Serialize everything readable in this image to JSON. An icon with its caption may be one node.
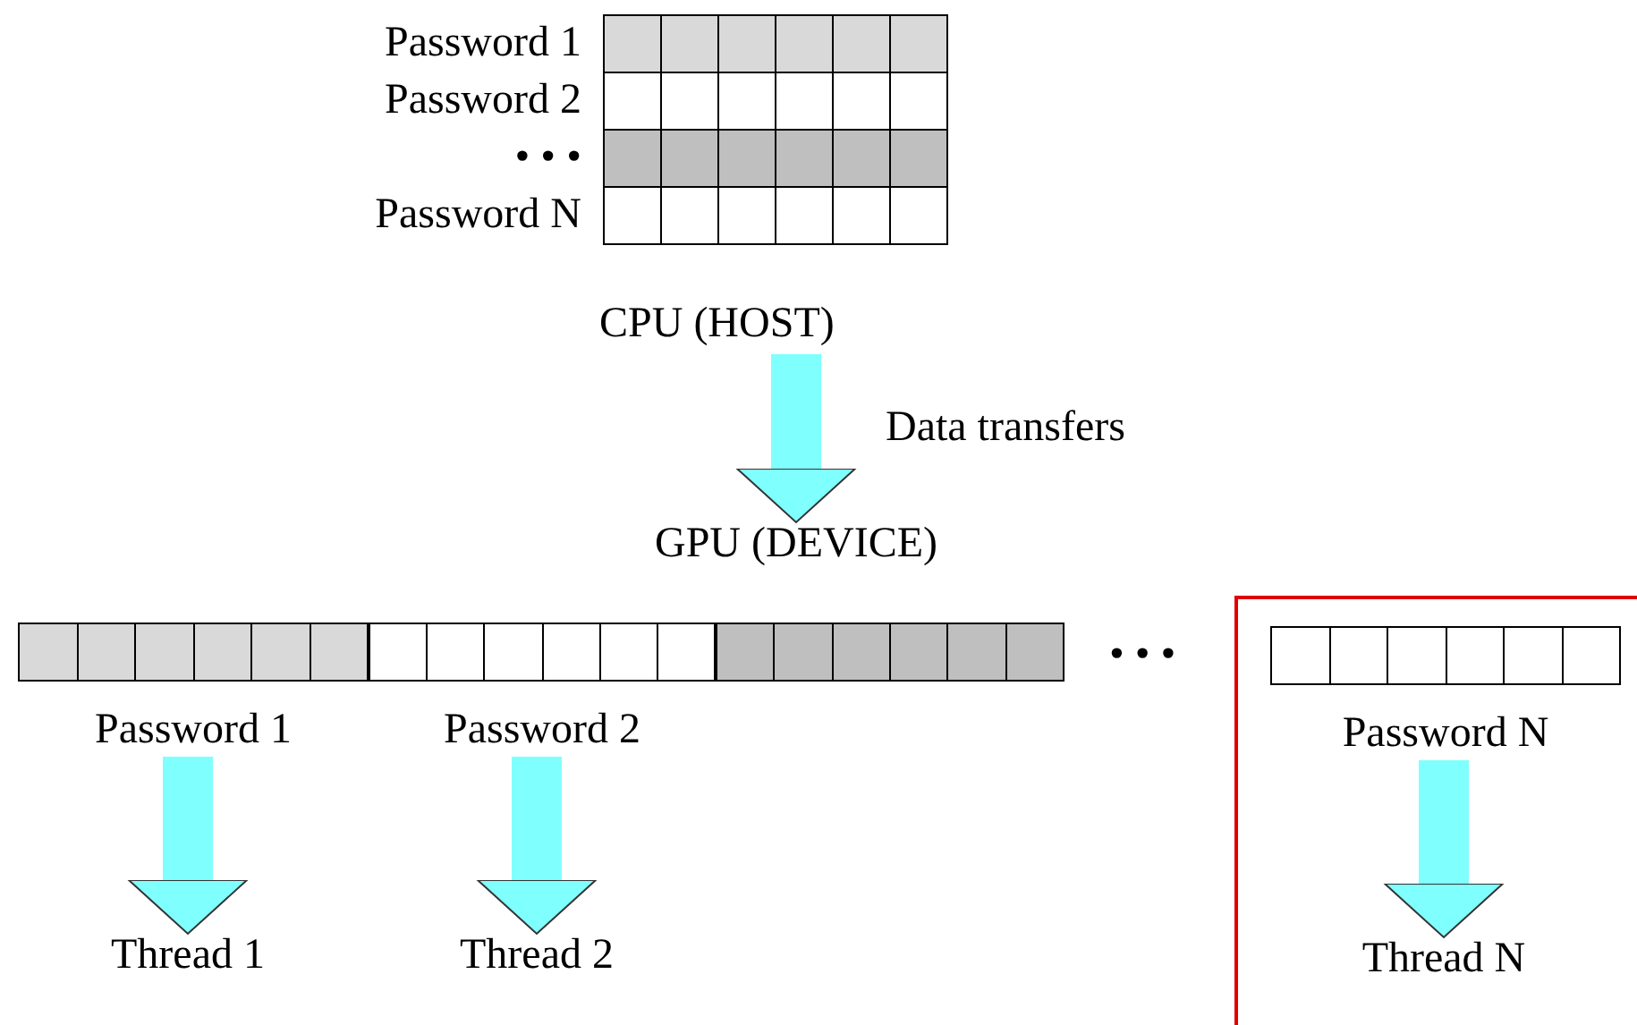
{
  "diagram": {
    "nodes": [
      {
        "text": [
          "CPU (HOST)"
        ]
      },
      {
        "text": [
          "Password 1"
        ],
        "in": 0
      },
      {
        "text": [
          "Password 2"
        ],
        "in": 0
      },
      {
        "text": [
          "• • •"
        ],
        "in": 0
      },
      {
        "text": [
          "Password N"
        ],
        "in": 0
      },
      {
        "text": [
          "GPU (DEVICE)"
        ]
      },
      {
        "text": [
          "Password 1"
        ]
      },
      {
        "text": [
          "Password 2"
        ]
      },
      {
        "text": [],
        "shape": "bar"
      },
      {
        "text": [],
        "shape": "box"
      },
      {
        "text": [
          "Password N"
        ],
        "in": 9
      },
      {
        "text": [
          "Thread 1"
        ]
      },
      {
        "text": [
          "Thread 2"
        ]
      },
      {
        "text": [
          "Thread N"
        ],
        "in": 9
      }
    ],
    "edges": [
      {
        "from": 0,
        "to": 5,
        "arrow": "to",
        "label": "Data transfers"
      },
      {
        "from": 6,
        "to": 11,
        "arrow": "to"
      },
      {
        "from": 7,
        "to": 12,
        "arrow": "to"
      },
      {
        "from": 10,
        "to": 13,
        "arrow": "to"
      }
    ],
    "labels": [
      "• • •"
    ]
  }
}
